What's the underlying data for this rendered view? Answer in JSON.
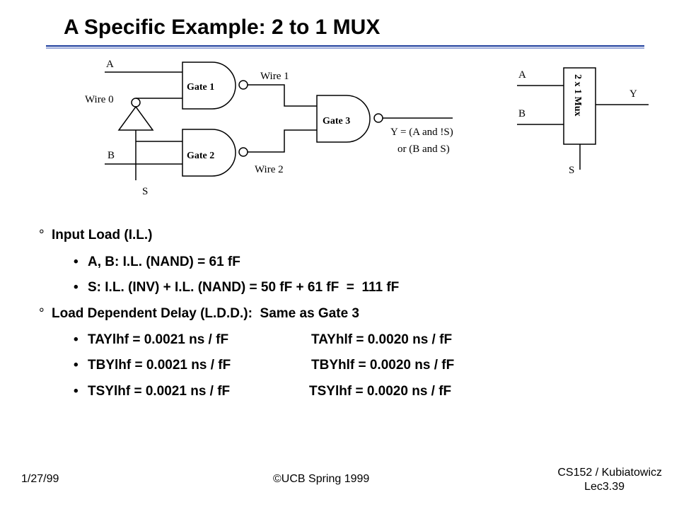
{
  "title": "A Specific Example: 2 to 1 MUX",
  "diagram": {
    "labels": {
      "a": "A",
      "b": "B",
      "s": "S",
      "wire0": "Wire 0",
      "wire1": "Wire 1",
      "wire2": "Wire 2",
      "gate1": "Gate 1",
      "gate2": "Gate 2",
      "gate3": "Gate 3",
      "output_line1": "Y = (A and !S)",
      "output_line2": "or  (B and S)"
    },
    "mux_symbol": {
      "a": "A",
      "b": "B",
      "s": "S",
      "y": "Y",
      "box_label": "2 x 1 Mux"
    }
  },
  "bullets": {
    "input_load": {
      "marker": "°",
      "heading": "Input Load (I.L.)",
      "items": [
        "A, B: I.L. (NAND) = 61 fF",
        "S: I.L. (INV) + I.L. (NAND) = 50 fF + 61 fF  =  111 fF"
      ]
    },
    "delay": {
      "marker": "°",
      "heading": "Load Dependent Delay (L.D.D.):  Same as Gate 3",
      "rows": [
        {
          "left": "TAYlhf = 0.0021 ns / fF",
          "right": "TAYhlf = 0.0020 ns / fF"
        },
        {
          "left": "TBYlhf = 0.0021 ns / fF",
          "right": "TBYhlf = 0.0020 ns / fF"
        },
        {
          "left": "TSYlhf = 0.0021 ns / fF",
          "right": "TSYlhf = 0.0020 ns / fF"
        }
      ]
    },
    "bullet_char": "•"
  },
  "footer": {
    "date": "1/27/99",
    "copyright": "©UCB Spring 1999",
    "course": "CS152 / Kubiatowicz",
    "slide": "Lec3.39"
  }
}
